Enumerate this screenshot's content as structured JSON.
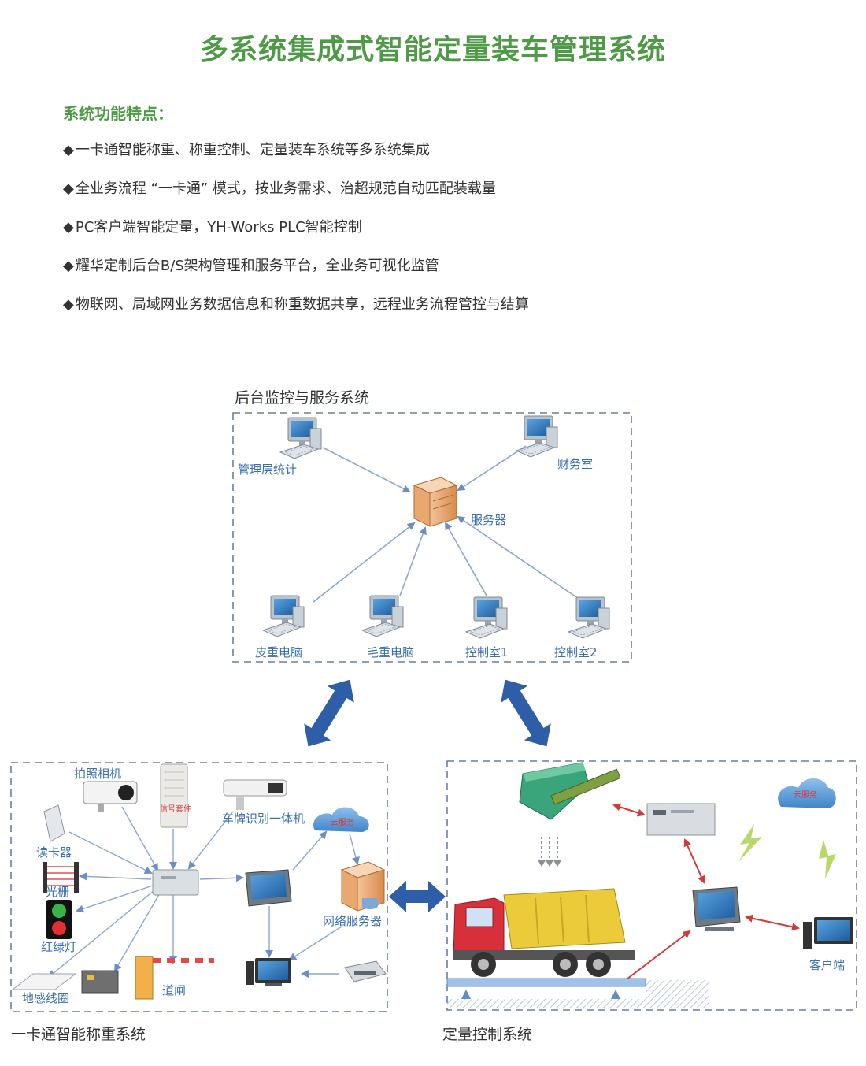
{
  "title": "多系统集成式智能定量装车管理系统",
  "features_heading": "系统功能特点：",
  "features": [
    "一卡通智能称重、称重控制、定量装车系统等多系统集成",
    "全业务流程 “一卡通” 模式，按业务需求、治超规范自动匹配装载量",
    "PC客户端智能定量，YH-Works PLC智能控制",
    "耀华定制后台B/S架构管理和服务平台，全业务可视化监管",
    "物联网、局域网业务数据信息和称重数据共享，远程业务流程管控与结算"
  ],
  "backend": {
    "title": "后台监控与服务系统",
    "labels": {
      "mgmt": "管理层统计",
      "finance": "财务室",
      "server": "服务器",
      "tare": "皮重电脑",
      "gross": "毛重电脑",
      "ctrl1": "控制室1",
      "ctrl2": "控制室2"
    }
  },
  "weighing": {
    "title": "一卡通智能称重系统",
    "labels": {
      "camera": "拍照相机",
      "signal": "信号套件",
      "lpr": "车牌识别一体机",
      "cloud": "云服务",
      "reader": "读卡器",
      "grating": "光栅",
      "traffic_light": "红绿灯",
      "net_server": "网络服务器",
      "gate": "道闸",
      "loop": "地感线圈"
    }
  },
  "loading": {
    "title": "定量控制系统",
    "labels": {
      "cloud": "云服务",
      "client": "客户端"
    }
  },
  "colors": {
    "accent_green": "#4f9a46",
    "label_blue": "#3a6fb0",
    "arrow_blue": "#2f5ea8",
    "red_arrow": "#d23a3a"
  }
}
